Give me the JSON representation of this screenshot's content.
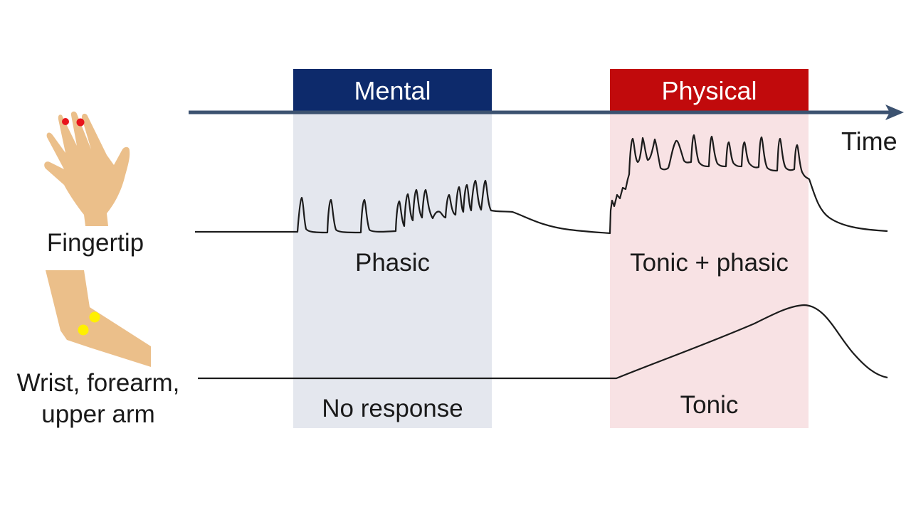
{
  "title": "Electrodermal response by body site under mental vs physical stimulus",
  "axis": {
    "label": "Time",
    "icon": "arrow-right-icon",
    "color": "#3c5270"
  },
  "conditions": [
    {
      "id": "mental",
      "label": "Mental",
      "header_color": "#0d2a6b",
      "band_color": "#e4e7ee"
    },
    {
      "id": "physical",
      "label": "Physical",
      "header_color": "#c10a0c",
      "band_color": "#f8e2e4"
    }
  ],
  "sites": [
    {
      "id": "fingertip",
      "label": "Fingertip",
      "icon": "hand-icon",
      "marker_color": "#e8141c",
      "responses": {
        "mental": "Phasic",
        "physical": "Tonic + phasic"
      }
    },
    {
      "id": "arm",
      "label_line1": "Wrist, forearm,",
      "label_line2": "upper arm",
      "icon": "arm-icon",
      "marker_color": "#fff000",
      "responses": {
        "mental": "No response",
        "physical": "Tonic"
      }
    }
  ],
  "colors": {
    "skin": "#ebbf8a",
    "trace": "#1c1c1c"
  }
}
